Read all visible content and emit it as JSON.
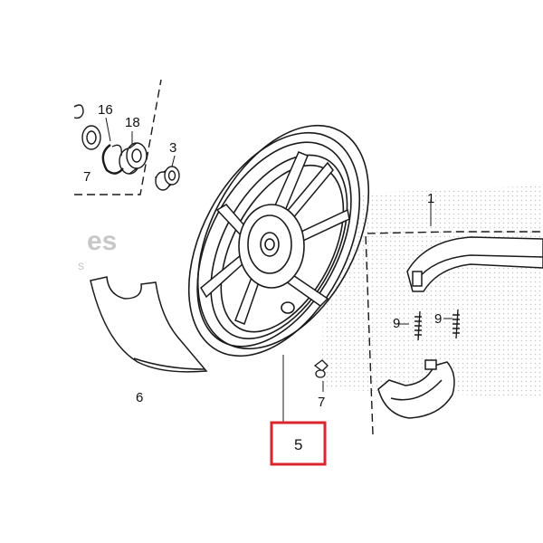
{
  "diagram": {
    "colors": {
      "line": "#1a1a1a",
      "highlight_box": "#d9262c",
      "watermark": "#c8c8c8",
      "stipple": "#9a9a9a"
    },
    "callouts": {
      "c16": "16",
      "c18": "18",
      "c3": "3",
      "c7_top": "7",
      "c1": "1",
      "c9_left": "9",
      "c9_right": "9",
      "c6": "6",
      "c7_bottom": "7",
      "c5": "5"
    },
    "watermark": {
      "fragment_1": "es",
      "fragment_2": "s"
    }
  }
}
